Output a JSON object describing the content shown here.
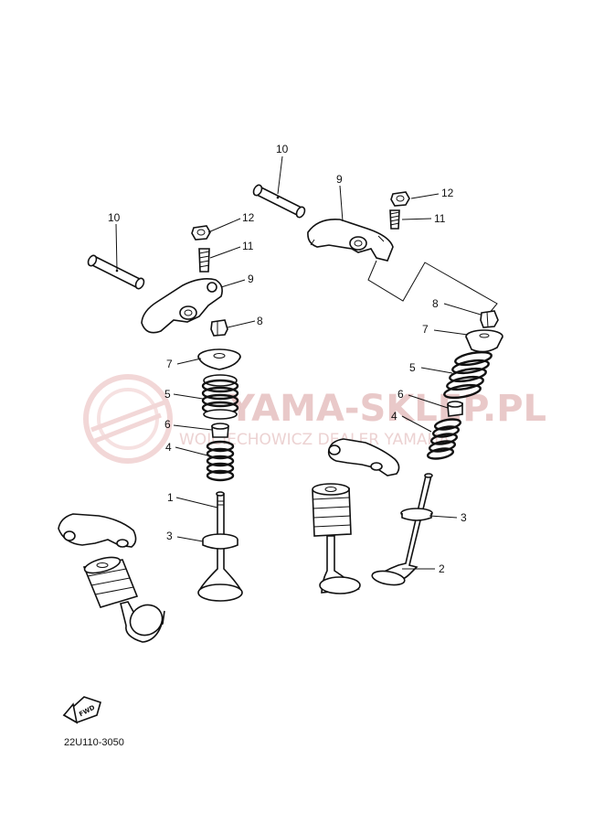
{
  "watermark": {
    "brand": "YAMA-SKLEP.PL",
    "tagline": "WOJCIECHOWICZ DEALER YAMAHA"
  },
  "diagram_code": "22U110-3050",
  "fwd_label": "FWD",
  "callouts": [
    {
      "id": "c10a",
      "label": "10"
    },
    {
      "id": "c10b",
      "label": "10"
    },
    {
      "id": "c12a",
      "label": "12"
    },
    {
      "id": "c12b",
      "label": "12"
    },
    {
      "id": "c11a",
      "label": "11"
    },
    {
      "id": "c11b",
      "label": "11"
    },
    {
      "id": "c9a",
      "label": "9"
    },
    {
      "id": "c9b",
      "label": "9"
    },
    {
      "id": "c8a",
      "label": "8"
    },
    {
      "id": "c8b",
      "label": "8"
    },
    {
      "id": "c7a",
      "label": "7"
    },
    {
      "id": "c7b",
      "label": "7"
    },
    {
      "id": "c5a",
      "label": "5"
    },
    {
      "id": "c5b",
      "label": "5"
    },
    {
      "id": "c6a",
      "label": "6"
    },
    {
      "id": "c6b",
      "label": "6"
    },
    {
      "id": "c4a",
      "label": "4"
    },
    {
      "id": "c4b",
      "label": "4"
    },
    {
      "id": "c1",
      "label": "1"
    },
    {
      "id": "c3a",
      "label": "3"
    },
    {
      "id": "c3b",
      "label": "3"
    },
    {
      "id": "c2",
      "label": "2"
    }
  ]
}
